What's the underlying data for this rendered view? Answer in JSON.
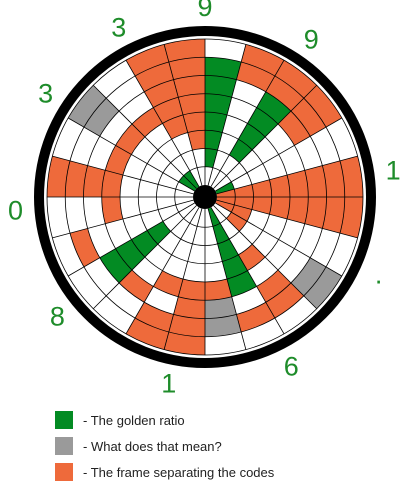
{
  "colors": {
    "golden": "#038b23",
    "question": "#9a9a9a",
    "frame": "#ee6a3b",
    "ring": "#000000",
    "line": "#000000",
    "digit": "#1e8c2a"
  },
  "diagram": {
    "sectors": 24,
    "rings": 8,
    "digits": [
      {
        "label": "9",
        "angle": 0
      },
      {
        "label": "9",
        "angle": 34
      },
      {
        "label": "1",
        "angle": 82
      },
      {
        "label": ".",
        "angle": 114
      },
      {
        "label": "6",
        "angle": 153
      },
      {
        "label": "1",
        "angle": 191
      },
      {
        "label": "8",
        "angle": 231
      },
      {
        "label": "0",
        "angle": 266
      },
      {
        "label": "3",
        "angle": 303
      },
      {
        "label": "3",
        "angle": 333
      }
    ],
    "cells": [
      {
        "s": 0,
        "from": 2,
        "to": 7,
        "kind": "golden"
      },
      {
        "s": 1,
        "from": 7,
        "to": 8,
        "kind": "frame"
      },
      {
        "s": 2,
        "from": 3,
        "to": 6,
        "kind": "golden"
      },
      {
        "s": 2,
        "from": 7,
        "to": 8,
        "kind": "frame"
      },
      {
        "s": 3,
        "from": 6,
        "to": 8,
        "kind": "frame"
      },
      {
        "s": 4,
        "from": 1,
        "to": 1,
        "kind": "golden"
      },
      {
        "s": 5,
        "from": 1,
        "to": 8,
        "kind": "frame"
      },
      {
        "s": 6,
        "from": 1,
        "to": 8,
        "kind": "frame"
      },
      {
        "s": 7,
        "from": 1,
        "to": 2,
        "kind": "frame"
      },
      {
        "s": 8,
        "from": 2,
        "to": 2,
        "kind": "frame"
      },
      {
        "s": 8,
        "from": 7,
        "to": 8,
        "kind": "question"
      },
      {
        "s": 9,
        "from": 4,
        "to": 4,
        "kind": "frame"
      },
      {
        "s": 9,
        "from": 6,
        "to": 7,
        "kind": "frame"
      },
      {
        "s": 10,
        "from": 1,
        "to": 5,
        "kind": "golden"
      },
      {
        "s": 10,
        "from": 7,
        "to": 7,
        "kind": "frame"
      },
      {
        "s": 11,
        "from": 5,
        "to": 5,
        "kind": "frame"
      },
      {
        "s": 11,
        "from": 6,
        "to": 7,
        "kind": "question"
      },
      {
        "s": 12,
        "from": 5,
        "to": 8,
        "kind": "frame"
      },
      {
        "s": 13,
        "from": 5,
        "to": 5,
        "kind": "frame"
      },
      {
        "s": 13,
        "from": 7,
        "to": 8,
        "kind": "frame"
      },
      {
        "s": 14,
        "from": 6,
        "to": 6,
        "kind": "frame"
      },
      {
        "s": 15,
        "from": 3,
        "to": 6,
        "kind": "golden"
      },
      {
        "s": 16,
        "from": 7,
        "to": 7,
        "kind": "frame"
      },
      {
        "s": 17,
        "from": 5,
        "to": 5,
        "kind": "frame"
      },
      {
        "s": 18,
        "from": 5,
        "to": 8,
        "kind": "frame"
      },
      {
        "s": 19,
        "from": 5,
        "to": 5,
        "kind": "frame"
      },
      {
        "s": 20,
        "from": 5,
        "to": 5,
        "kind": "frame"
      },
      {
        "s": 20,
        "from": 1,
        "to": 1,
        "kind": "golden"
      },
      {
        "s": 20,
        "from": 7,
        "to": 8,
        "kind": "question"
      },
      {
        "s": 21,
        "from": 5,
        "to": 5,
        "kind": "frame"
      },
      {
        "s": 21,
        "from": 1,
        "to": 1,
        "kind": "golden"
      },
      {
        "s": 22,
        "from": 4,
        "to": 8,
        "kind": "frame"
      },
      {
        "s": 23,
        "from": 3,
        "to": 8,
        "kind": "frame"
      }
    ]
  },
  "legend": [
    {
      "label": "- The golden ratio",
      "color": "#038b23",
      "icon": "green-square-icon"
    },
    {
      "label": "- What does that mean?",
      "color": "#9a9a9a",
      "icon": "gray-square-icon"
    },
    {
      "label": "- The frame separating the codes",
      "color": "#ee6a3b",
      "icon": "orange-square-icon"
    }
  ]
}
